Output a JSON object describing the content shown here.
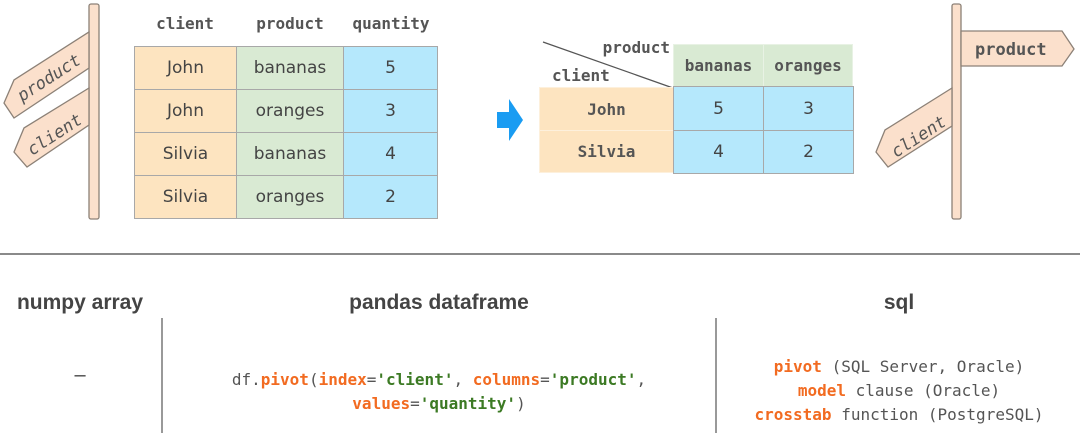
{
  "source_table": {
    "headers": [
      "client",
      "product",
      "quantity"
    ],
    "rows": [
      [
        "John",
        "bananas",
        "5"
      ],
      [
        "John",
        "oranges",
        "3"
      ],
      [
        "Silvia",
        "bananas",
        "4"
      ],
      [
        "Silvia",
        "oranges",
        "2"
      ]
    ]
  },
  "left_signpost": {
    "signs": [
      "product",
      "client"
    ]
  },
  "transform_arrow": "arrow-right-icon",
  "pivot_table": {
    "corner_column_label": "product",
    "corner_row_label": "client",
    "columns": [
      "bananas",
      "oranges"
    ],
    "rows": [
      {
        "label": "John",
        "values": [
          "5",
          "3"
        ]
      },
      {
        "label": "Silvia",
        "values": [
          "4",
          "2"
        ]
      }
    ]
  },
  "right_signpost": {
    "signs": [
      "product",
      "client"
    ]
  },
  "comparison": {
    "numpy": {
      "title": "numpy array",
      "value": "–"
    },
    "pandas": {
      "title": "pandas dataframe",
      "code": {
        "obj": "df.",
        "fn": "pivot",
        "p1": "(",
        "k1": "index",
        "eq1": "=",
        "v1": "'client'",
        "sep1": ", ",
        "k2": "columns",
        "eq2": "=",
        "v2": "'product'",
        "sep2": ",",
        "k3": "values",
        "eq3": "=",
        "v3": "'quantity'",
        "p2": ")"
      }
    },
    "sql": {
      "title": "sql",
      "lines": [
        {
          "keyword": "pivot",
          "rest": " (SQL Server, Oracle)"
        },
        {
          "keyword": "model",
          "rest": " clause (Oracle)"
        },
        {
          "keyword": "crosstab",
          "rest": " function (PostgreSQL)"
        }
      ]
    }
  },
  "colors": {
    "client": "#fde4c0",
    "product": "#d9ead3",
    "quantity": "#b5e8fc",
    "arrow": "#1a9cf2",
    "keyword": "#f26b21",
    "string": "#3c7a24",
    "sign": "#fbe0cc"
  }
}
